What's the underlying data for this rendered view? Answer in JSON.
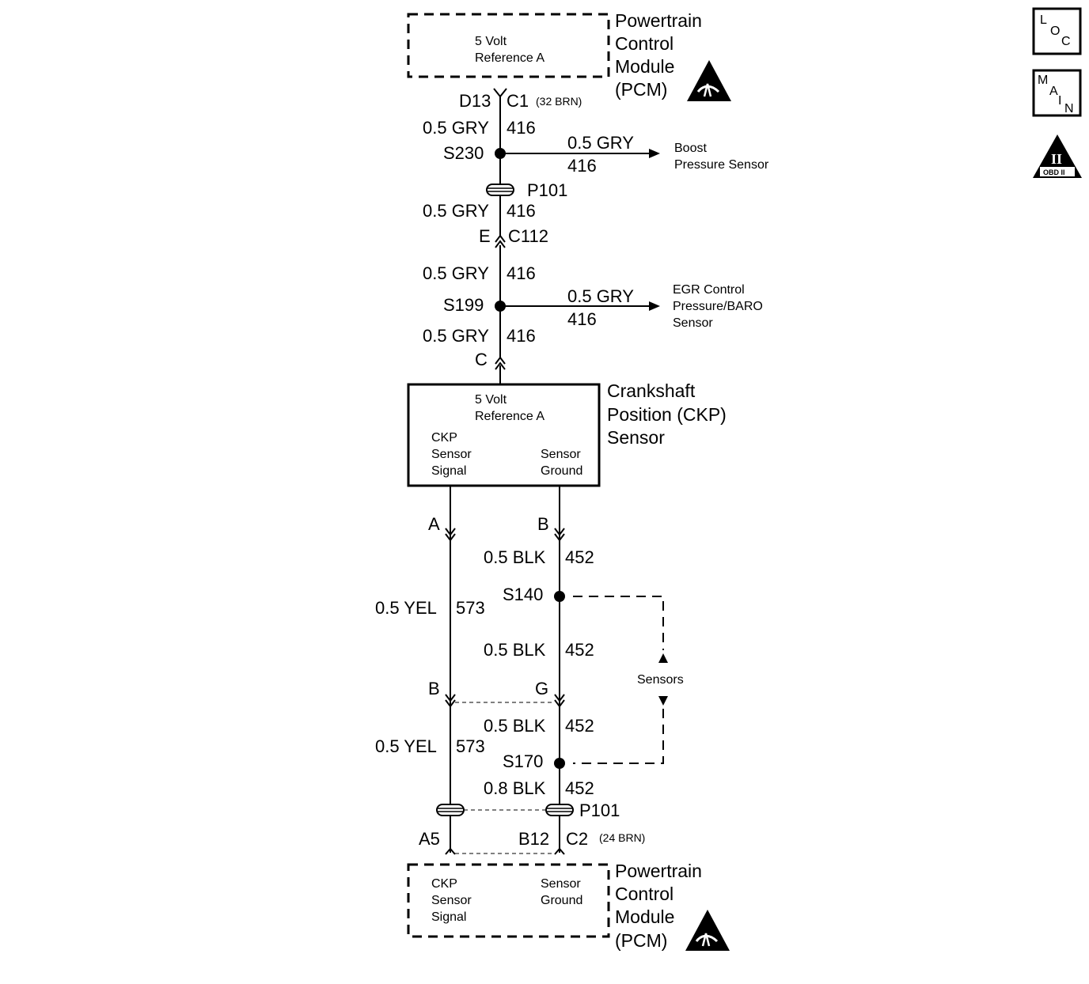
{
  "top_pcm": {
    "title": [
      "Powertrain",
      "Control",
      "Module",
      "(PCM)"
    ],
    "inner": [
      "5 Volt",
      "Reference A"
    ],
    "pin": "D13",
    "connector": "C1",
    "connector_note": "(32 BRN)"
  },
  "wires": {
    "w1": {
      "gauge_color": "0.5 GRY",
      "circuit": "416"
    },
    "w2": {
      "gauge_color": "0.5 GRY",
      "circuit": "416"
    },
    "w3": {
      "gauge_color": "0.5 GRY",
      "circuit": "416"
    },
    "w4": {
      "gauge_color": "0.5 GRY",
      "circuit": "416"
    },
    "w5": {
      "gauge_color": "0.5 YEL",
      "circuit": "573"
    },
    "w6": {
      "gauge_color": "0.5 BLK",
      "circuit": "452"
    },
    "w7": {
      "gauge_color": "0.5 BLK",
      "circuit": "452"
    },
    "w8": {
      "gauge_color": "0.5 YEL",
      "circuit": "573"
    },
    "w9": {
      "gauge_color": "0.5 BLK",
      "circuit": "452"
    },
    "w10": {
      "gauge_color": "0.8 BLK",
      "circuit": "452"
    }
  },
  "splices": {
    "s230": "S230",
    "s199": "S199",
    "s140": "S140",
    "s170": "S170"
  },
  "branches": {
    "boost": {
      "gauge_color": "0.5 GRY",
      "circuit": "416",
      "dest": [
        "Boost",
        "Pressure Sensor"
      ]
    },
    "egr": {
      "gauge_color": "0.5 GRY",
      "circuit": "416",
      "dest": [
        "EGR Control",
        "Pressure/BARO",
        "Sensor"
      ]
    }
  },
  "connectors": {
    "p101_top": "P101",
    "c112_pin": "E",
    "c112": "C112",
    "ckp_pin_c": "C",
    "ckp_pin_a": "A",
    "ckp_pin_b": "B",
    "mid_pin_b": "B",
    "mid_pin_g": "G",
    "p101_bottom": "P101",
    "pcm_pin_a5": "A5",
    "pcm_pin_b12": "B12",
    "pcm_connector": "C2",
    "pcm_connector_note": "(24 BRN)"
  },
  "ckp_sensor": {
    "title": [
      "Crankshaft",
      "Position (CKP)",
      "Sensor"
    ],
    "ref": [
      "5 Volt",
      "Reference A"
    ],
    "signal": [
      "CKP",
      "Sensor",
      "Signal"
    ],
    "ground": [
      "Sensor",
      "Ground"
    ]
  },
  "sensors_label": "Sensors",
  "bottom_pcm": {
    "title": [
      "Powertrain",
      "Control",
      "Module",
      "(PCM)"
    ],
    "signal": [
      "CKP",
      "Sensor",
      "Signal"
    ],
    "ground": [
      "Sensor",
      "Ground"
    ]
  },
  "legend": {
    "loc": [
      "L",
      "O",
      "C"
    ],
    "main": [
      "M",
      "A",
      "I",
      "N"
    ],
    "obd": [
      "II",
      "OBD II"
    ]
  }
}
